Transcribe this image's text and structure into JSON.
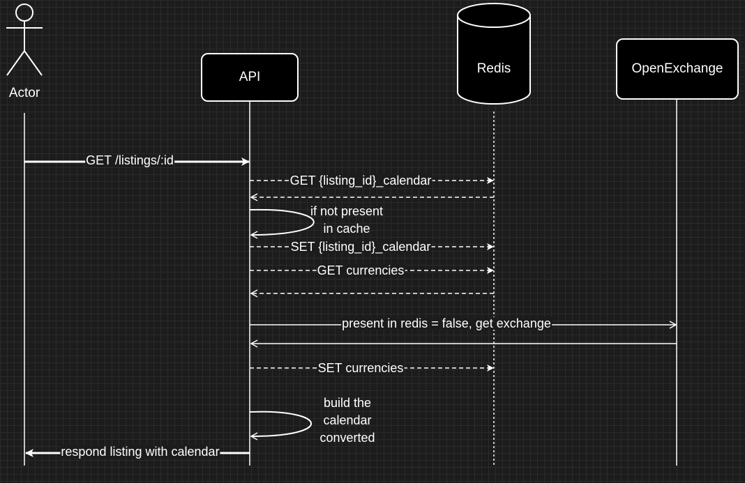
{
  "participants": {
    "actor": "Actor",
    "api": "API",
    "redis": "Redis",
    "openexchange": "OpenExchange"
  },
  "messages": {
    "get_listing": "GET /listings/:id",
    "get_calendar": "GET {listing_id}_calendar",
    "if_not_present": "if not present\nin cache",
    "set_calendar": "SET {listing_id}_calendar",
    "get_currencies": "GET currencies",
    "present_false": "present in redis = false, get exchange",
    "set_currencies": "SET currencies",
    "build_calendar": "build the\ncalendar\nconverted",
    "respond": "respond listing with calendar"
  },
  "colors": {
    "background": "#1c1c1c",
    "grid": "#2b2b2b",
    "stroke": "#ffffff",
    "box_fill": "#000000"
  }
}
